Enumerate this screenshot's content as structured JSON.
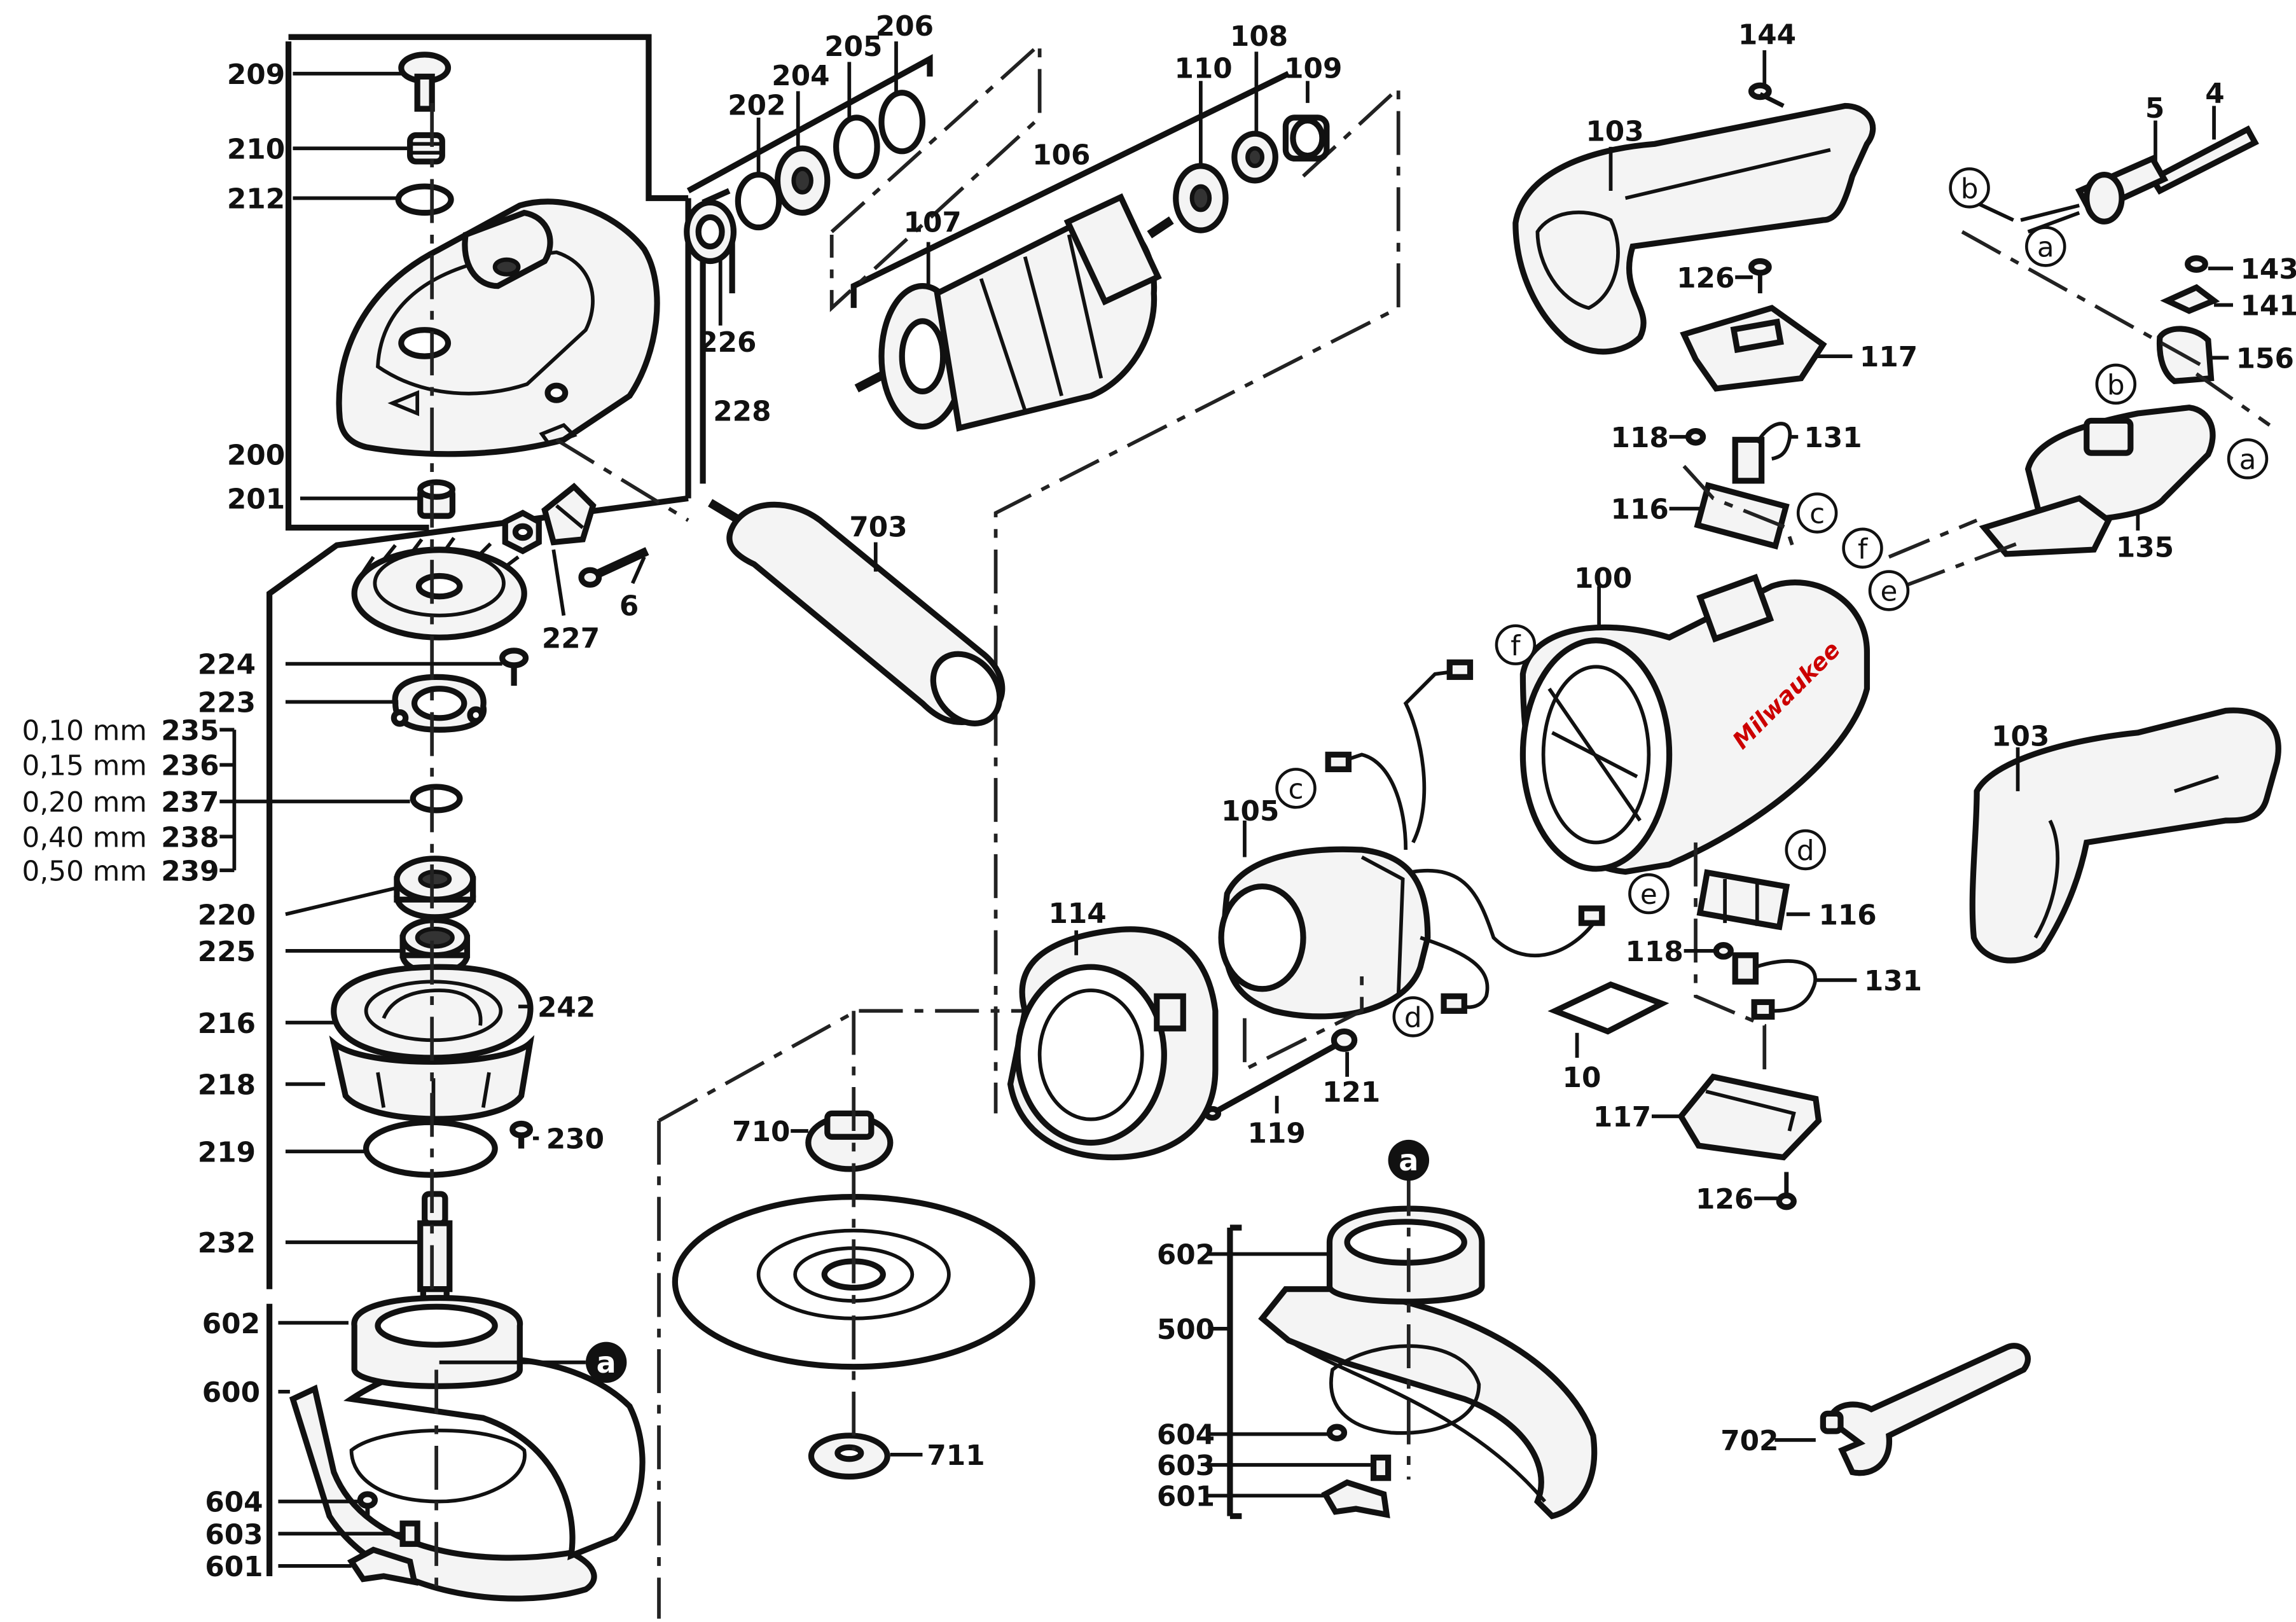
{
  "diagram": {
    "type": "exploded parts diagram",
    "labels": {
      "p209": "209",
      "p210": "210",
      "p212": "212",
      "p200": "200",
      "p201": "201",
      "p202": "202",
      "p204": "204",
      "p205": "205",
      "p206": "206",
      "p226": "226",
      "p228": "228",
      "p227": "227",
      "p6": "6",
      "p224": "224",
      "p223": "223",
      "p235": "235",
      "p236": "236",
      "p237": "237",
      "p238": "238",
      "p239": "239",
      "m235": "0,10 mm",
      "m236": "0,15 mm",
      "m237": "0,20 mm",
      "m238": "0,40 mm",
      "m239": "0,50 mm",
      "p220": "220",
      "p225": "225",
      "p216": "216",
      "p242": "242",
      "p218": "218",
      "p219": "219",
      "p230": "230",
      "p232": "232",
      "p602a": "602",
      "p600": "600",
      "p604a": "604",
      "p603a": "603",
      "p601a": "601",
      "p106": "106",
      "p107": "107",
      "p110": "110",
      "p108": "108",
      "p109": "109",
      "p703": "703",
      "p710": "710",
      "p711": "711",
      "p114": "114",
      "p105": "105",
      "p119": "119",
      "p121": "121",
      "p602b": "602",
      "p500": "500",
      "p604b": "604",
      "p603b": "603",
      "p601b": "601",
      "p702": "702",
      "p144": "144",
      "p103a": "103",
      "p126a": "126",
      "p117a": "117",
      "p118a": "118",
      "p131a": "131",
      "p116a": "116",
      "p100": "100",
      "p10": "10",
      "p116b": "116",
      "p118b": "118",
      "p131b": "131",
      "p117b": "117",
      "p126b": "126",
      "p103b": "103",
      "p5": "5",
      "p4": "4",
      "p143": "143",
      "p141": "141",
      "p156": "156",
      "p135": "135"
    },
    "connectors": {
      "a1": "a",
      "a2": "a",
      "a3": "a",
      "a4": "a",
      "b1": "b",
      "b2": "b",
      "c1": "c",
      "c2": "c",
      "d1": "d",
      "d2": "d",
      "e1": "e",
      "e2": "e",
      "f1": "f",
      "f2": "f"
    },
    "brand_logo": "Milwaukee"
  }
}
